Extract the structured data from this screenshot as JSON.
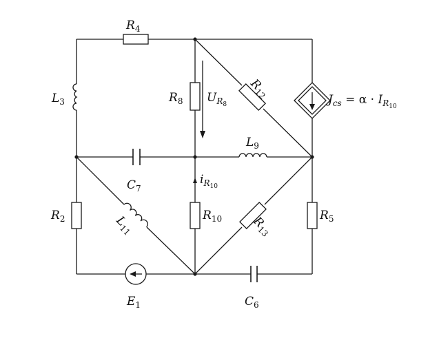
{
  "labels": {
    "R4": {
      "sym": "R",
      "sub": "4"
    },
    "L3": {
      "sym": "L",
      "sub": "3"
    },
    "R8": {
      "sym": "R",
      "sub": "8"
    },
    "U_R8": {
      "sym": "U",
      "sub": "R",
      "subsub": "8"
    },
    "R12": {
      "sym": "R",
      "sub": "12"
    },
    "Jcs": {
      "sym": "J",
      "sub": "cs",
      "eq": " = α · ",
      "rhs": "I",
      "rhs_sub": "R",
      "rhs_subsub": "10"
    },
    "L9": {
      "sym": "L",
      "sub": "9"
    },
    "C7": {
      "sym": "C",
      "sub": "7"
    },
    "i_R10": {
      "sym": "i",
      "sub": "R",
      "subsub": "10"
    },
    "R2": {
      "sym": "R",
      "sub": "2"
    },
    "L11": {
      "sym": "L",
      "sub": "11"
    },
    "R10": {
      "sym": "R",
      "sub": "10"
    },
    "R13": {
      "sym": "R",
      "sub": "13"
    },
    "R5": {
      "sym": "R",
      "sub": "5"
    },
    "E1": {
      "sym": "E",
      "sub": "1"
    },
    "C6": {
      "sym": "C",
      "sub": "6"
    }
  },
  "colors": {
    "line": "#1a1a1a",
    "background": "#ffffff"
  }
}
